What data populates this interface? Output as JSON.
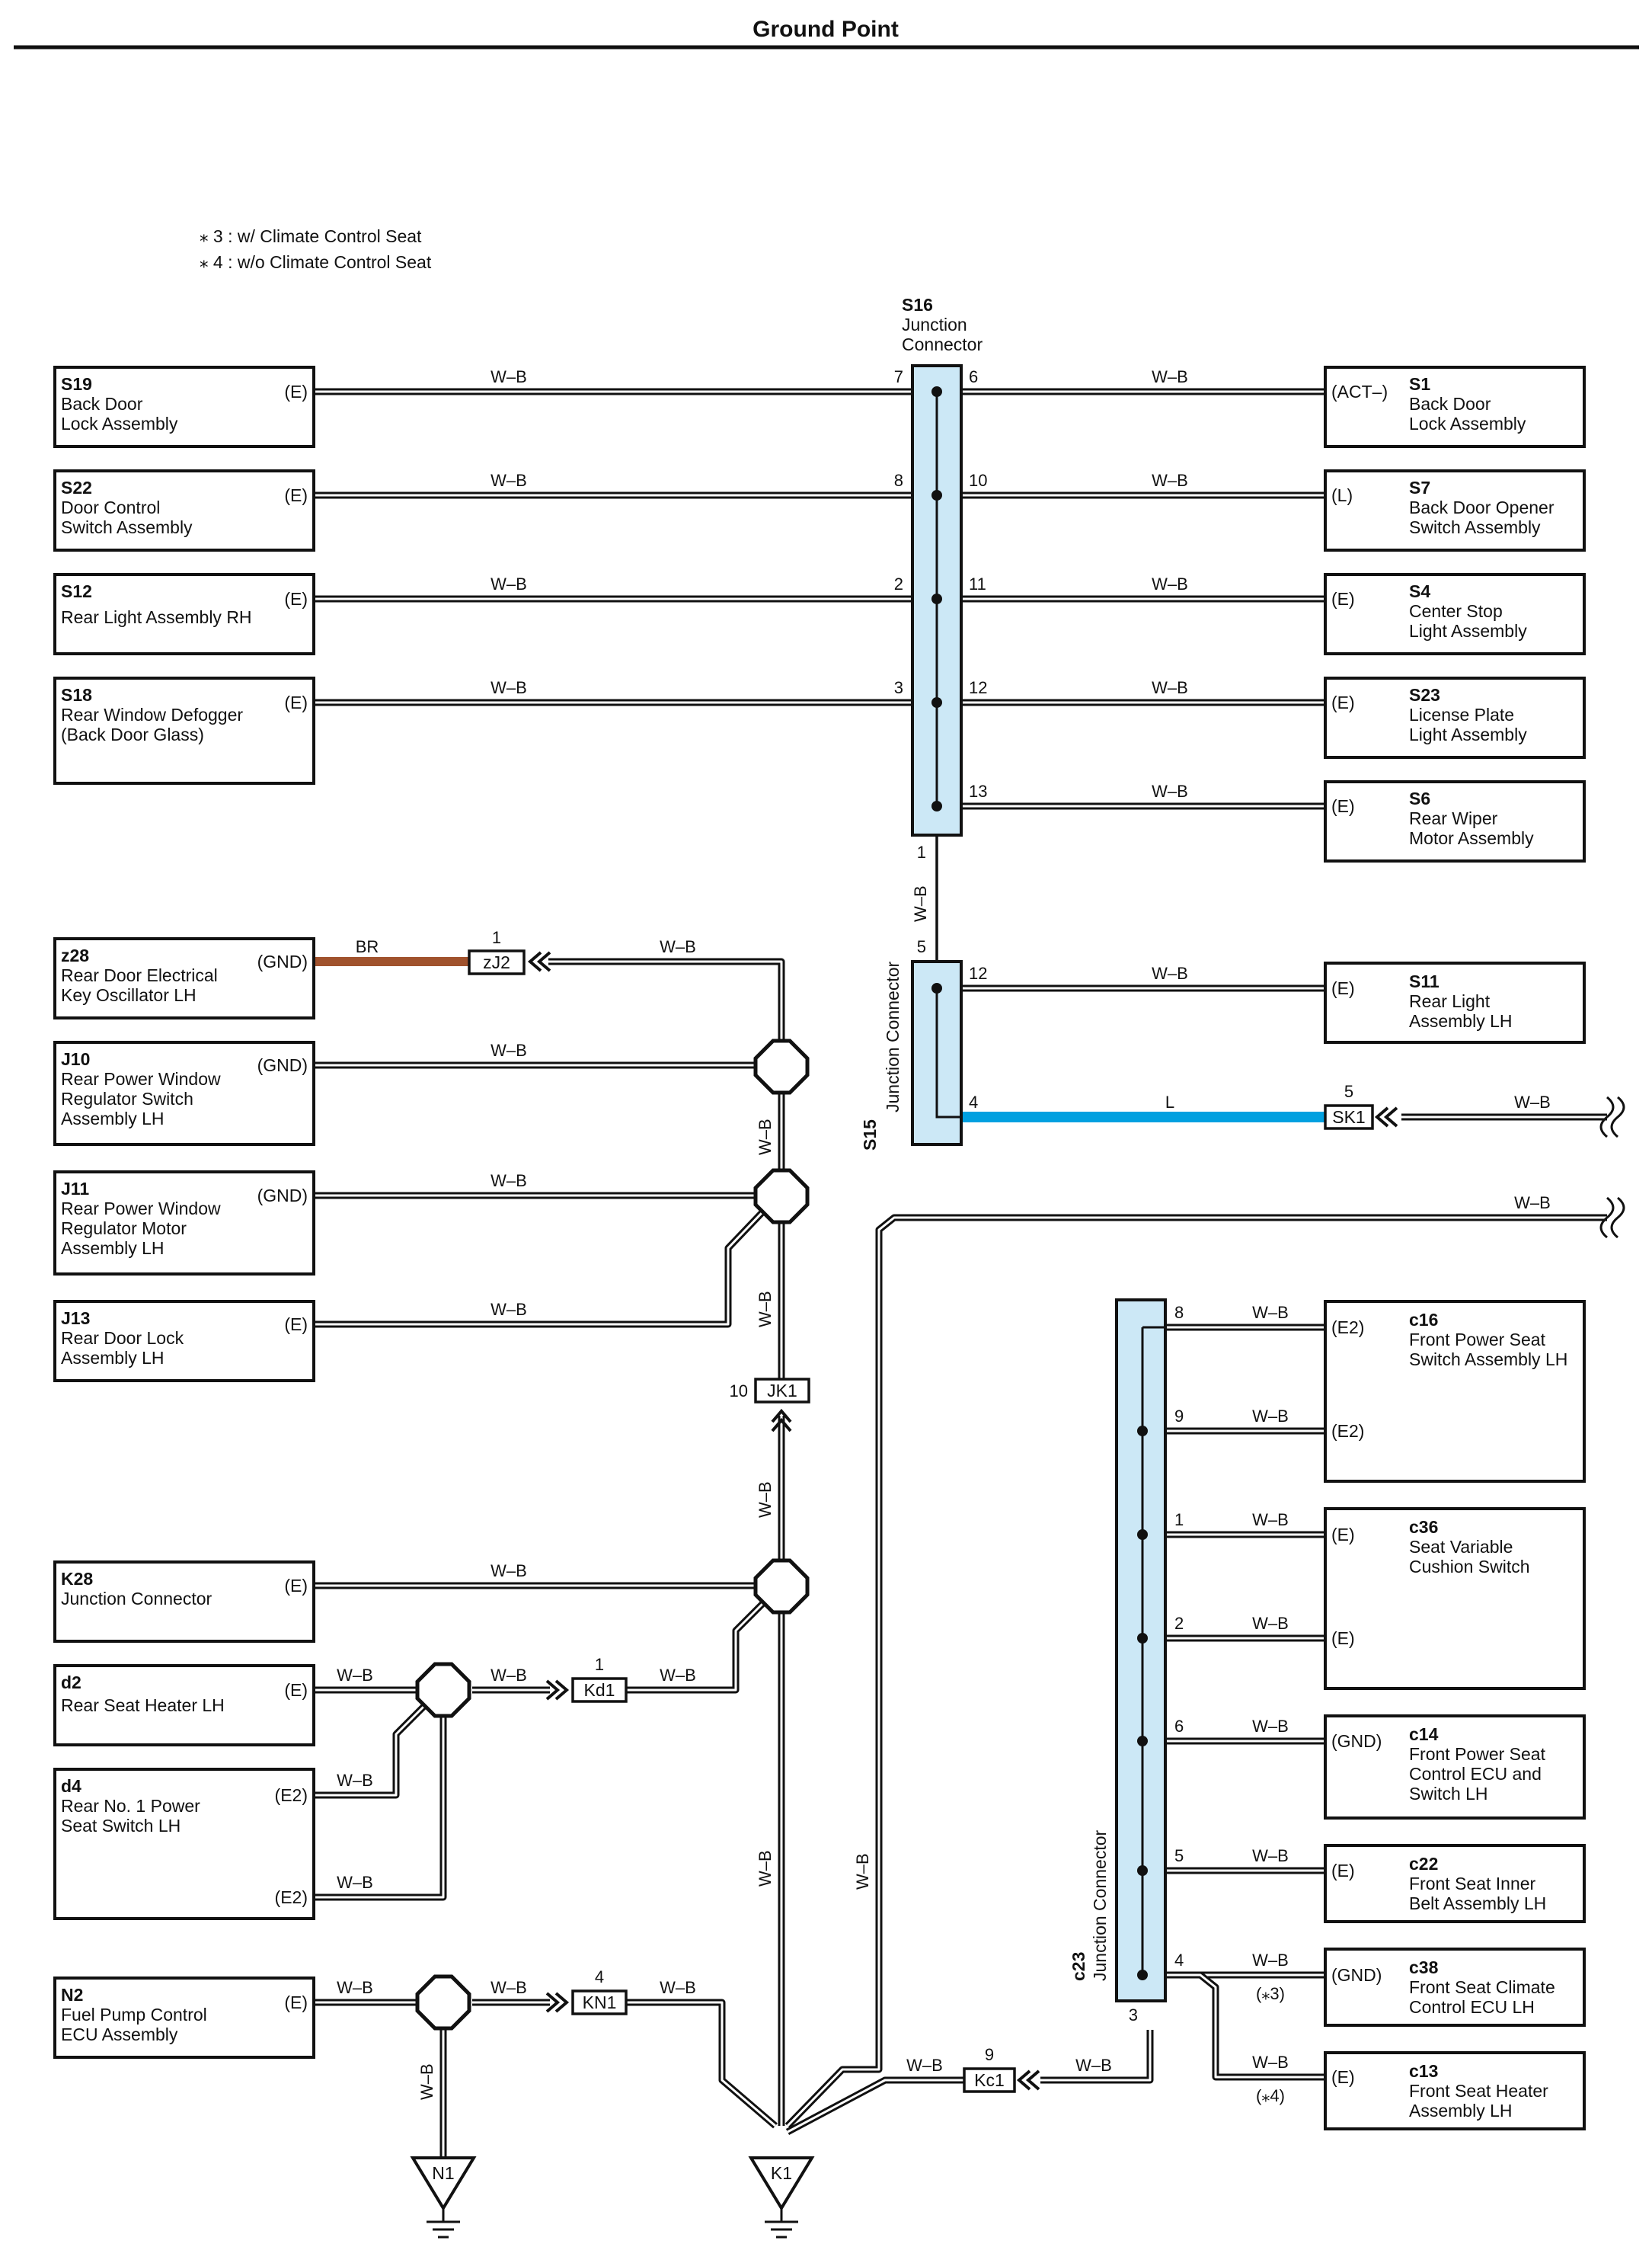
{
  "title": "Ground Point",
  "notes": [
    "⁎ 3 : w/ Climate Control Seat",
    "⁎ 4 : w/o Climate Control Seat"
  ],
  "colors": {
    "junction_fill": "#cce8f6",
    "wire_br": "#a0522d",
    "wire_l": "#00a0e0"
  },
  "wire_labels": {
    "wb": "W–B",
    "br": "BR",
    "l": "L"
  },
  "junctions": {
    "s16": {
      "id": "S16",
      "name1": "Junction",
      "name2": "Connector"
    },
    "s15": {
      "id": "S15",
      "name": "Junction Connector"
    },
    "c23": {
      "id": "c23",
      "name": "Junction Connector"
    }
  },
  "components": {
    "s19": {
      "id": "S19",
      "l1": "Back Door",
      "l2": "Lock Assembly",
      "term": "(E)"
    },
    "s22": {
      "id": "S22",
      "l1": "Door Control",
      "l2": "Switch Assembly",
      "term": "(E)"
    },
    "s12": {
      "id": "S12",
      "l1": "Rear Light Assembly RH",
      "term": "(E)"
    },
    "s18": {
      "id": "S18",
      "l1": "Rear Window Defogger",
      "l2": "(Back Door Glass)",
      "term": "(E)"
    },
    "s1": {
      "id": "S1",
      "l1": "Back Door",
      "l2": "Lock Assembly",
      "term": "(ACT–)"
    },
    "s7": {
      "id": "S7",
      "l1": "Back Door Opener",
      "l2": "Switch Assembly",
      "term": "(L)"
    },
    "s4": {
      "id": "S4",
      "l1": "Center Stop",
      "l2": "Light Assembly",
      "term": "(E)"
    },
    "s23": {
      "id": "S23",
      "l1": "License Plate",
      "l2": "Light Assembly",
      "term": "(E)"
    },
    "s6": {
      "id": "S6",
      "l1": "Rear Wiper",
      "l2": "Motor Assembly",
      "term": "(E)"
    },
    "s11": {
      "id": "S11",
      "l1": "Rear Light",
      "l2": "Assembly LH",
      "term": "(E)"
    },
    "z28": {
      "id": "z28",
      "l1": "Rear Door Electrical",
      "l2": "Key Oscillator LH",
      "term": "(GND)"
    },
    "j10": {
      "id": "J10",
      "l1": "Rear Power Window",
      "l2": "Regulator Switch",
      "l3": "Assembly LH",
      "term": "(GND)"
    },
    "j11": {
      "id": "J11",
      "l1": "Rear Power Window",
      "l2": "Regulator Motor",
      "l3": "Assembly LH",
      "term": "(GND)"
    },
    "j13": {
      "id": "J13",
      "l1": "Rear Door Lock",
      "l2": "Assembly LH",
      "term": "(E)"
    },
    "k28": {
      "id": "K28",
      "l1": "Junction Connector",
      "term": "(E)"
    },
    "d2": {
      "id": "d2",
      "l1": "Rear Seat Heater LH",
      "term": "(E)"
    },
    "d4": {
      "id": "d4",
      "l1": "Rear No. 1 Power",
      "l2": "Seat Switch LH",
      "term1": "(E2)",
      "term2": "(E2)"
    },
    "n2": {
      "id": "N2",
      "l1": "Fuel Pump Control",
      "l2": "ECU Assembly",
      "term": "(E)"
    },
    "c16": {
      "id": "c16",
      "l1": "Front Power Seat",
      "l2": "Switch Assembly LH",
      "term1": "(E2)",
      "term2": "(E2)"
    },
    "c36": {
      "id": "c36",
      "l1": "Seat Variable",
      "l2": "Cushion Switch",
      "term1": "(E)",
      "term2": "(E)"
    },
    "c14": {
      "id": "c14",
      "l1": "Front Power Seat",
      "l2": "Control ECU and",
      "l3": "Switch LH",
      "term": "(GND)"
    },
    "c22": {
      "id": "c22",
      "l1": "Front Seat Inner",
      "l2": "Belt Assembly LH",
      "term": "(E)"
    },
    "c38": {
      "id": "c38",
      "l1": "Front Seat Climate",
      "l2": "Control ECU LH",
      "term": "(GND)"
    },
    "c13": {
      "id": "c13",
      "l1": "Front Seat Heater",
      "l2": "Assembly LH",
      "term": "(E)"
    }
  },
  "inline_connectors": {
    "zj2": {
      "id": "zJ2",
      "pin": "1"
    },
    "sk1": {
      "id": "SK1",
      "pin": "5"
    },
    "jk1": {
      "id": "JK1",
      "pin": "10"
    },
    "kd1": {
      "id": "Kd1",
      "pin": "1"
    },
    "kn1": {
      "id": "KN1",
      "pin": "4"
    },
    "kc1": {
      "id": "Kc1",
      "pin": "9"
    }
  },
  "grounds": {
    "n1": "N1",
    "k1": "K1"
  },
  "pins": {
    "s16_7": "7",
    "s16_8": "8",
    "s16_2": "2",
    "s16_3": "3",
    "s16_6": "6",
    "s16_10": "10",
    "s16_11": "11",
    "s16_12": "12",
    "s16_13": "13",
    "s16_1": "1",
    "s15_5": "5",
    "s15_12": "12",
    "s15_4": "4",
    "c23_8": "8",
    "c23_9": "9",
    "c23_1": "1",
    "c23_2": "2",
    "c23_6": "6",
    "c23_5": "5",
    "c23_4": "4",
    "c23_3": "3"
  },
  "options": {
    "opt3": "(⁎3)",
    "opt4": "(⁎4)"
  }
}
